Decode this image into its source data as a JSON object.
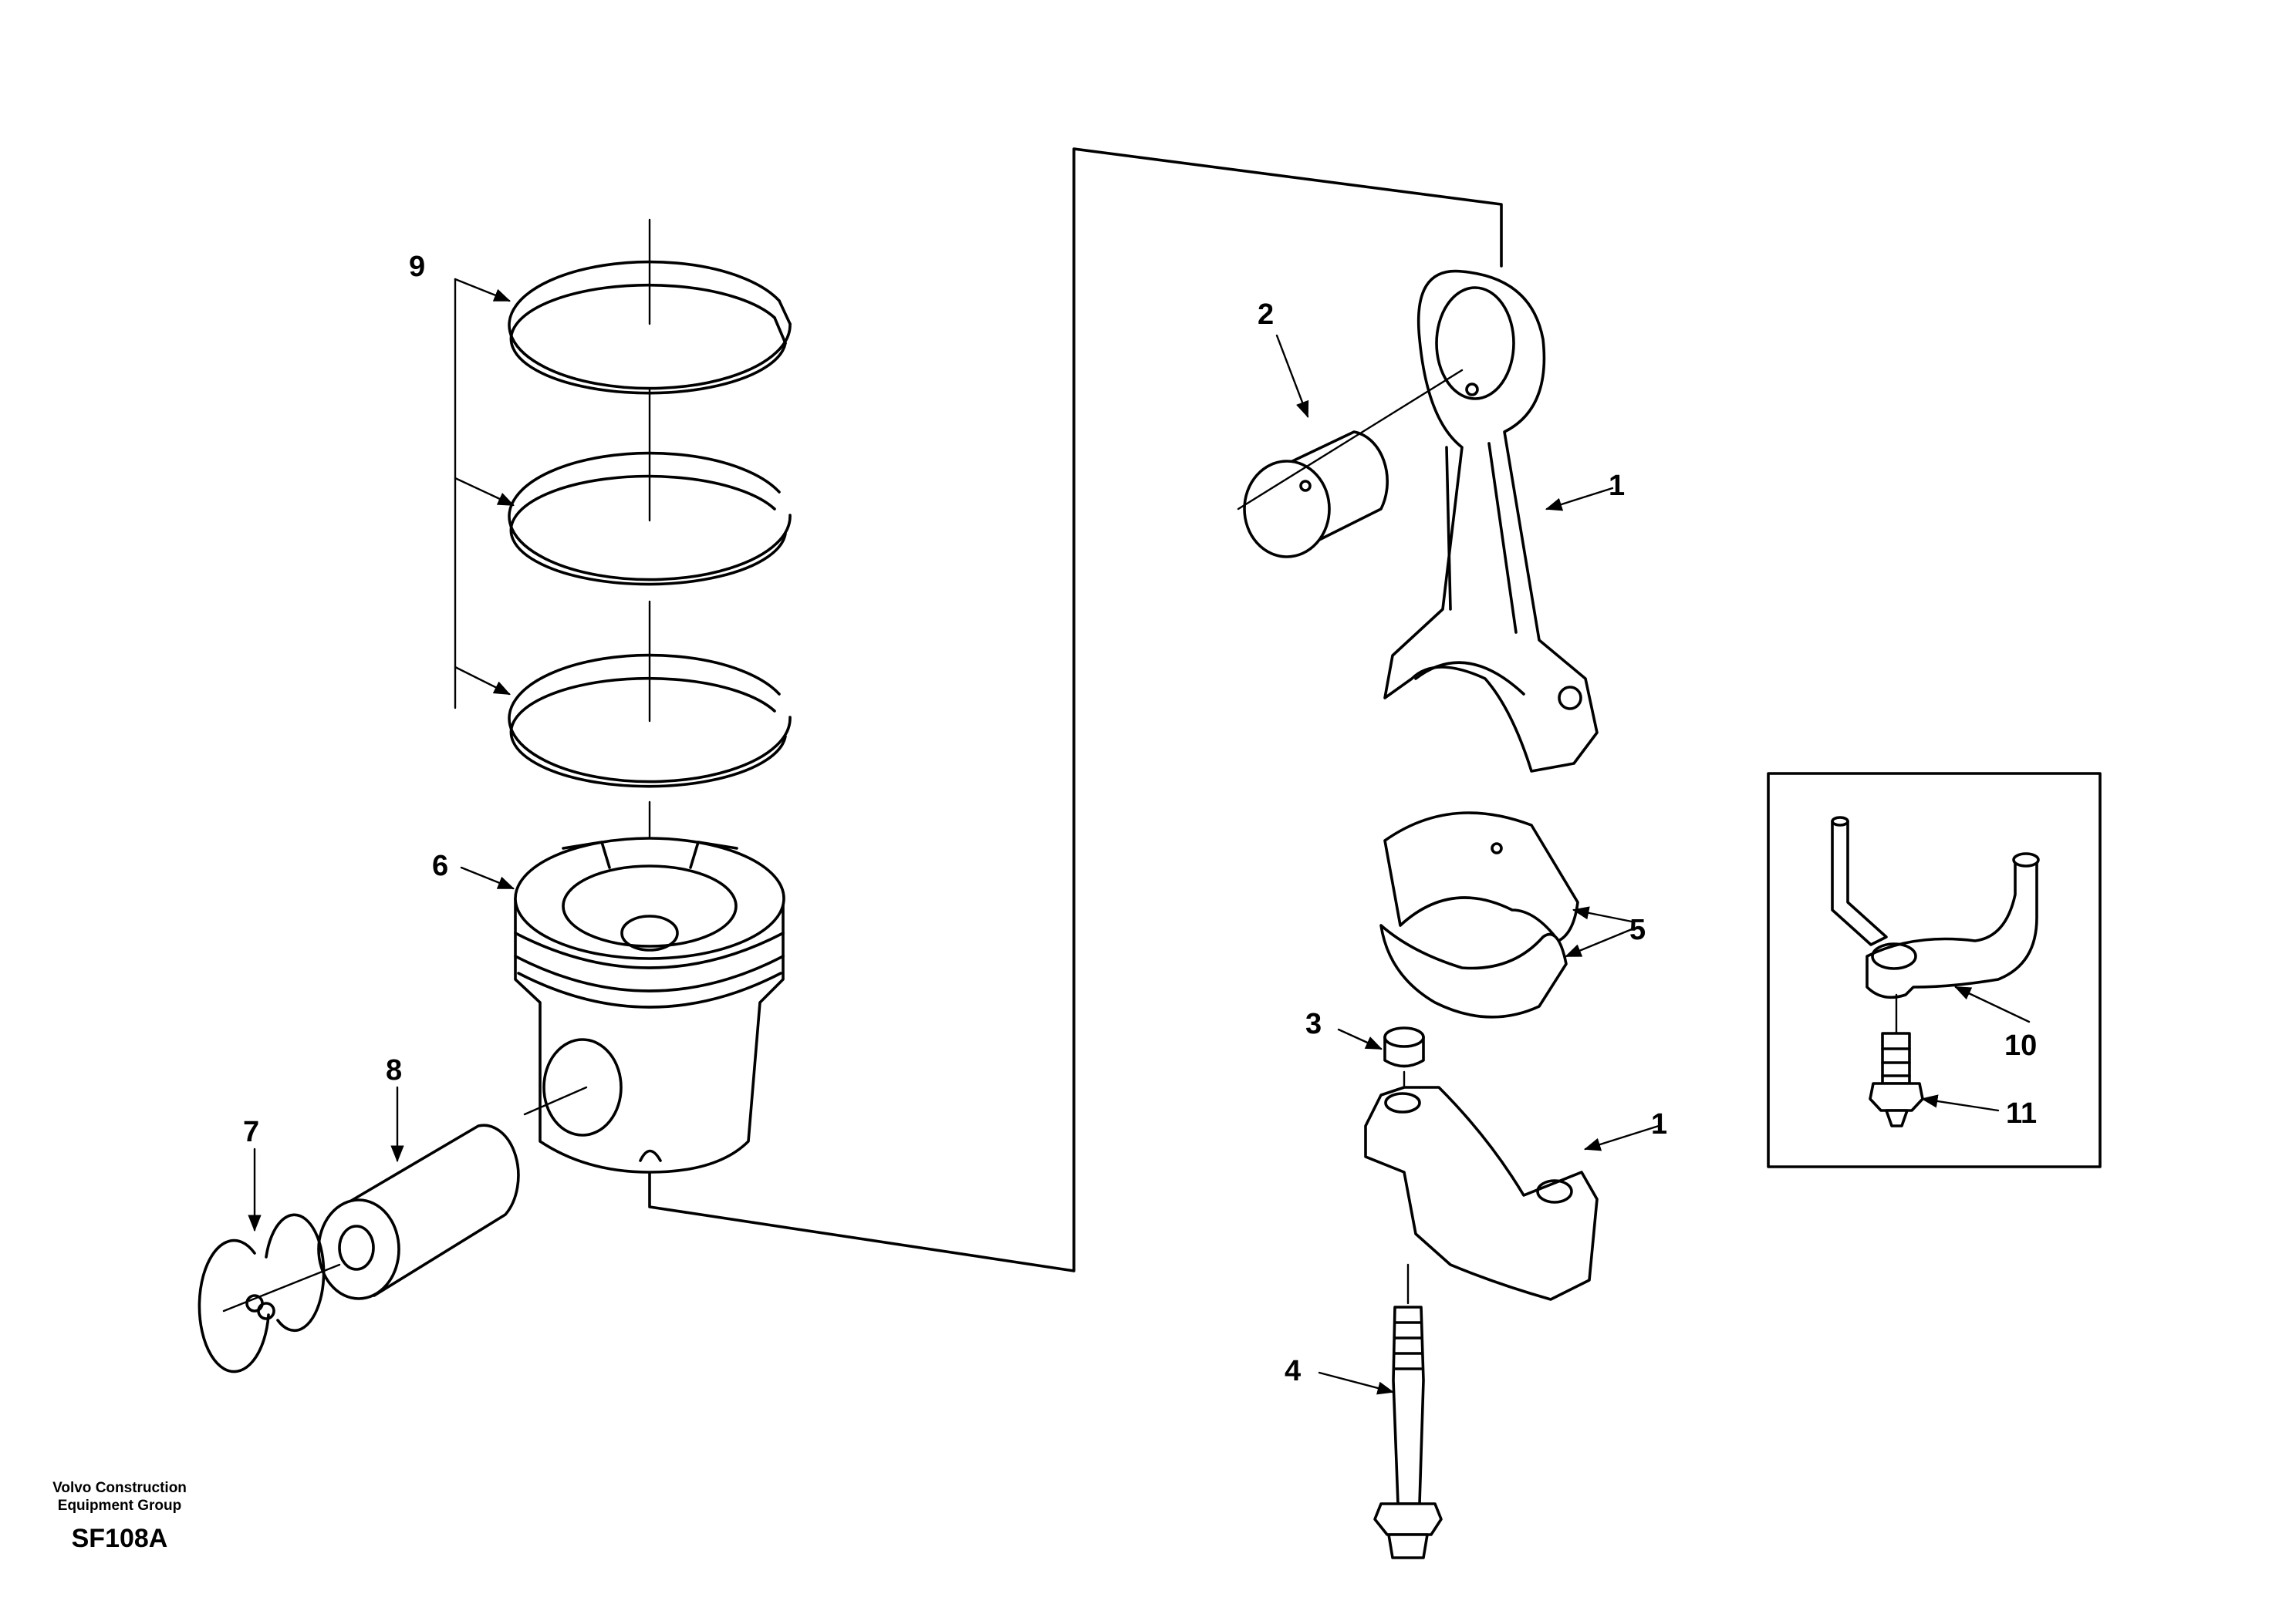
{
  "callouts": [
    {
      "id": "1",
      "label": "1"
    },
    {
      "id": "1b",
      "label": "1"
    },
    {
      "id": "2",
      "label": "2"
    },
    {
      "id": "3",
      "label": "3"
    },
    {
      "id": "4",
      "label": "4"
    },
    {
      "id": "5",
      "label": "5"
    },
    {
      "id": "6",
      "label": "6"
    },
    {
      "id": "7",
      "label": "7"
    },
    {
      "id": "8",
      "label": "8"
    },
    {
      "id": "9",
      "label": "9"
    },
    {
      "id": "10",
      "label": "10"
    },
    {
      "id": "11",
      "label": "11"
    }
  ],
  "footer": {
    "org_line1": "Volvo Construction",
    "org_line2": "Equipment Group",
    "code": "SF108A"
  }
}
